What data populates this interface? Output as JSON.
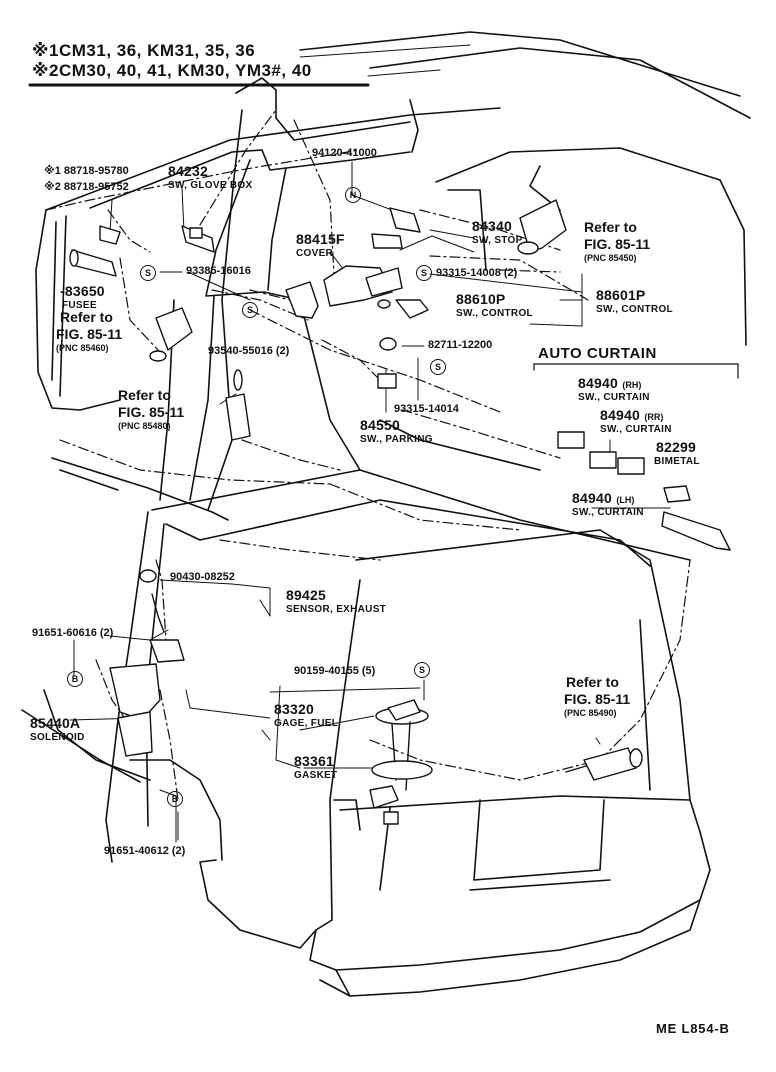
{
  "header": {
    "line1_mark": "※1",
    "line1_text": "CM31,  36,  KM31,  35,  36",
    "line2_mark": "※2",
    "line2_text": "CM30,  40,  41,  KM30,  YM3#,  40"
  },
  "section": {
    "auto_curtain": "AUTO CURTAIN"
  },
  "parts": {
    "p88718_95780": "※1 88718-95780",
    "p88718_95752": "※2 88718-95752",
    "p84232": "84232",
    "p84232_desc": "SW, GLOVE BOX",
    "p94120": "94120-41000",
    "p84340": "84340",
    "p84340_desc": "SW, STOP",
    "p88415F": "88415F",
    "p88415F_desc": "COVER",
    "p93385": "93385-16016",
    "p83650": "-83650",
    "p83650_desc": "FUSEE",
    "p93315_14008": "93315-14008 (2)",
    "p88610P": "88610P",
    "p88610P_desc": "SW., CONTROL",
    "p88601P": "88601P",
    "p88601P_desc": "SW., CONTROL",
    "p93540": "93540-55016 (2)",
    "p82711": "82711-12200",
    "p93315_14014": "93315-14014",
    "p84550": "84550",
    "p84550_desc": "SW., PARKING",
    "p84940_rh": "84940",
    "p84940_rh_tag": "(RH)",
    "p84940_rh_desc": "SW., CURTAIN",
    "p84940_rr": "84940",
    "p84940_rr_tag": "(RR)",
    "p84940_rr_desc": "SW., CURTAIN",
    "p82299": "82299",
    "p82299_desc": "BIMETAL",
    "p84940_lh": "84940",
    "p84940_lh_tag": "(LH)",
    "p84940_lh_desc": "SW., CURTAIN",
    "p90430": "90430-08252",
    "p89425": "89425",
    "p89425_desc": "SENSOR, EXHAUST",
    "p91651_60616": "91651-60616 (2)",
    "p90159": "90159-40155 (5)",
    "p83320": "83320",
    "p83320_desc": "GAGE, FUEL",
    "p85440A": "85440A",
    "p85440A_desc": "SOLENOID",
    "p83361": "83361",
    "p83361_desc": "GASKET",
    "p91651_40612": "91651-40612 (2)"
  },
  "refs": {
    "r1_a": "Refer to",
    "r1_b": "FIG. 85-11",
    "r1_c": "(PNC 85450)",
    "r2_a": "Refer to",
    "r2_b": "FIG. 85-11",
    "r2_c": "(PNC 85460)",
    "r3_a": "Refer to",
    "r3_b": "FIG. 85-11",
    "r3_c": "(PNC 85480)",
    "r4_a": "Refer to",
    "r4_b": "FIG. 85-11",
    "r4_c": "(PNC 85490)"
  },
  "markers": {
    "s": "S",
    "n": "N",
    "b": "B"
  },
  "footer": {
    "code": "ME  L854-B"
  }
}
